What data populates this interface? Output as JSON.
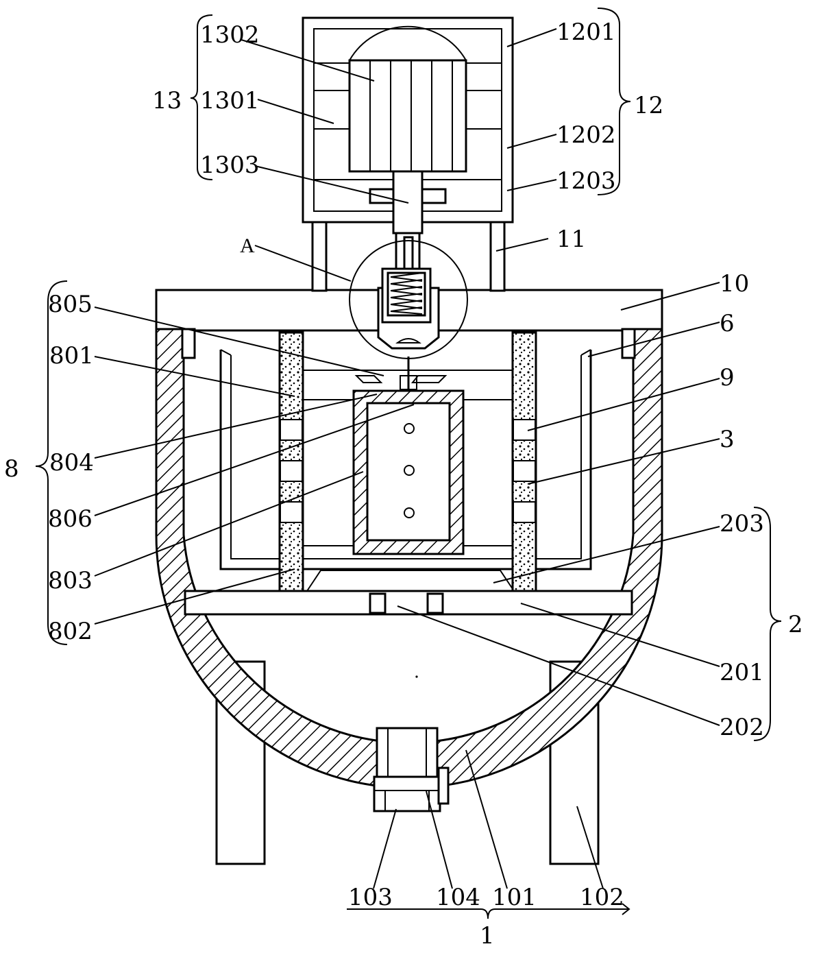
{
  "labels": {
    "l1302": "1302",
    "l1201": "1201",
    "l13": "13",
    "l1301": "1301",
    "l12": "12",
    "l1202": "1202",
    "l1303": "1303",
    "l1203": "1203",
    "lA": "A",
    "l11": "11",
    "l10": "10",
    "l805": "805",
    "l6": "6",
    "l801": "801",
    "l9": "9",
    "l8": "8",
    "l804": "804",
    "l3": "3",
    "l806": "806",
    "l203": "203",
    "l803": "803",
    "l2": "2",
    "l802": "802",
    "l201": "201",
    "l202": "202",
    "l103": "103",
    "l104": "104",
    "l101": "101",
    "l102": "102",
    "l1": "1"
  }
}
